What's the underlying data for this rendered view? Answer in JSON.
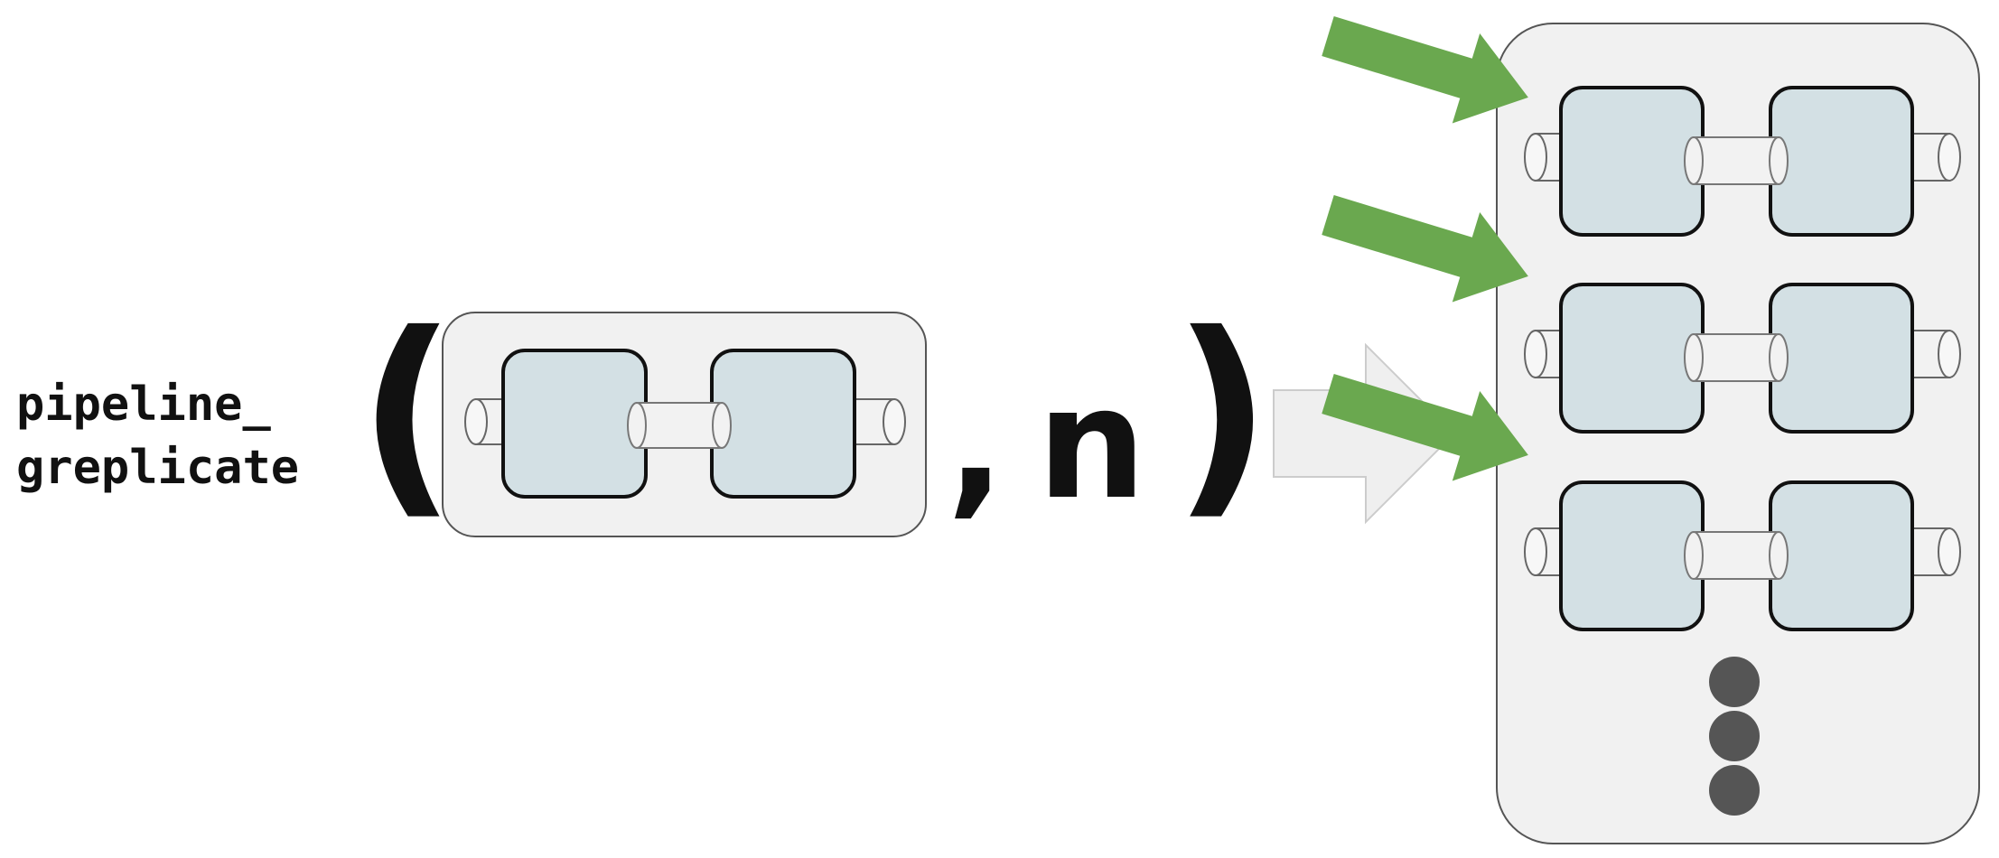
{
  "function_call": {
    "name_line_1": "pipeline_",
    "name_line_2": "greplicate",
    "open_paren": "(",
    "separator_comma": ",",
    "argument_n": "n",
    "close_paren": ")"
  },
  "icons": {
    "input_pipeline": "pipeline-icon",
    "transform_arrow": "big-arrow-right-icon",
    "input_arrows": "green-arrow-icon",
    "output_pipelines": "pipeline-icon",
    "more_indicator": "vertical-ellipsis-icon"
  },
  "replicated_pipeline_count_shown": 3,
  "colors": {
    "container_fill": "#f1f1f1",
    "container_stroke": "#555555",
    "stage_fill": "#d3e0e4",
    "stage_stroke": "#111111",
    "pipe_fill": "#f2f2f2",
    "transform_arrow_fill": "#efefef",
    "input_arrow_fill": "#6aa84f",
    "dots_fill": "#555555"
  }
}
